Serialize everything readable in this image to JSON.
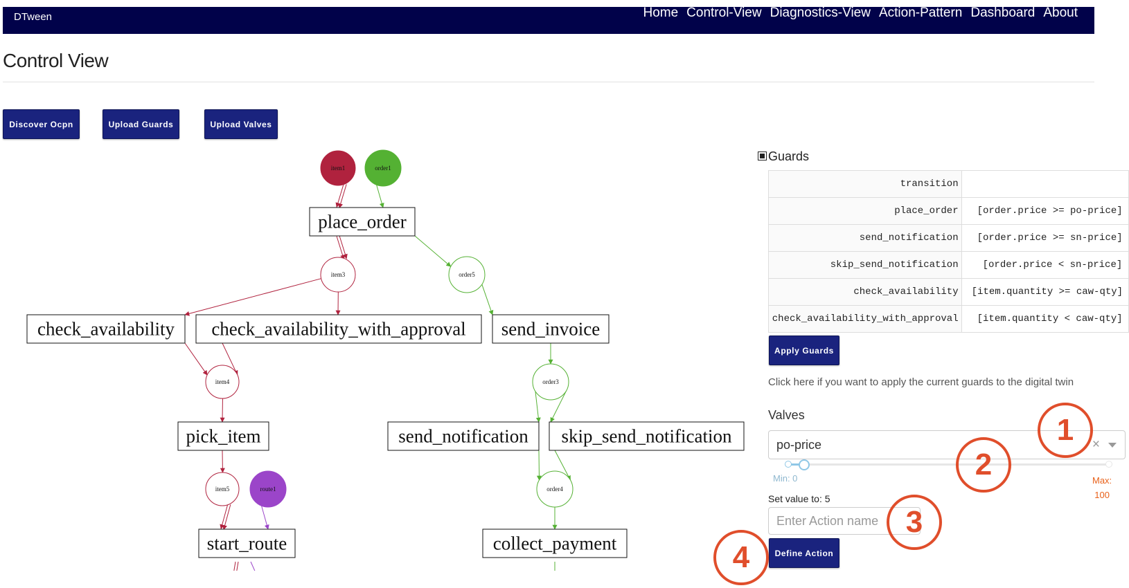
{
  "navbar": {
    "brand": "DTween",
    "links": [
      "Home",
      "Control-View",
      "Diagnostics-View",
      "Action-Pattern",
      "Dashboard",
      "About"
    ]
  },
  "page": {
    "title": "Control View"
  },
  "toolbar": {
    "discover_label": "Discover Ocpn",
    "upload_guards_label": "Upload Guards",
    "upload_valves_label": "Upload Valves"
  },
  "graph": {
    "places": [
      {
        "id": "item1",
        "label": "item1",
        "color": "#b0223e",
        "filled": true
      },
      {
        "id": "order1",
        "label": "order1",
        "color": "#54b133",
        "filled": true
      },
      {
        "id": "item3",
        "label": "item3",
        "color": "#b0223e",
        "filled": false
      },
      {
        "id": "order5",
        "label": "order5",
        "color": "#54b133",
        "filled": false
      },
      {
        "id": "item4",
        "label": "item4",
        "color": "#b0223e",
        "filled": false
      },
      {
        "id": "order3",
        "label": "order3",
        "color": "#54b133",
        "filled": false
      },
      {
        "id": "item5",
        "label": "item5",
        "color": "#b0223e",
        "filled": false
      },
      {
        "id": "route1",
        "label": "route1",
        "color": "#9b45c9",
        "filled": true
      },
      {
        "id": "order4",
        "label": "order4",
        "color": "#54b133",
        "filled": false
      }
    ],
    "transitions": [
      {
        "id": "place_order",
        "label": "place_order"
      },
      {
        "id": "check_availability",
        "label": "check_availability"
      },
      {
        "id": "check_availability_with_approval",
        "label": "check_availability_with_approval"
      },
      {
        "id": "send_invoice",
        "label": "send_invoice"
      },
      {
        "id": "pick_item",
        "label": "pick_item"
      },
      {
        "id": "send_notification",
        "label": "send_notification"
      },
      {
        "id": "skip_send_notification",
        "label": "skip_send_notification"
      },
      {
        "id": "start_route",
        "label": "start_route"
      },
      {
        "id": "collect_payment",
        "label": "collect_payment"
      }
    ],
    "arcs": [
      {
        "from": "item1",
        "to": "place_order",
        "color": "#b0223e",
        "double": true
      },
      {
        "from": "order1",
        "to": "place_order",
        "color": "#54b133",
        "double": false
      },
      {
        "from": "place_order",
        "to": "item3",
        "color": "#b0223e",
        "double": true
      },
      {
        "from": "place_order",
        "to": "order5",
        "color": "#54b133",
        "double": false
      },
      {
        "from": "item3",
        "to": "check_availability",
        "color": "#b0223e",
        "double": false
      },
      {
        "from": "item3",
        "to": "check_availability_with_approval",
        "color": "#b0223e",
        "double": false
      },
      {
        "from": "order5",
        "to": "send_invoice",
        "color": "#54b133",
        "double": false
      },
      {
        "from": "check_availability",
        "to": "item4",
        "color": "#b0223e",
        "double": false
      },
      {
        "from": "check_availability_with_approval",
        "to": "item4",
        "color": "#b0223e",
        "double": false
      },
      {
        "from": "send_invoice",
        "to": "order3",
        "color": "#54b133",
        "double": false
      },
      {
        "from": "item4",
        "to": "pick_item",
        "color": "#b0223e",
        "double": false
      },
      {
        "from": "order3",
        "to": "send_notification",
        "color": "#54b133",
        "double": false
      },
      {
        "from": "order3",
        "to": "skip_send_notification",
        "color": "#54b133",
        "double": false
      },
      {
        "from": "pick_item",
        "to": "item5",
        "color": "#b0223e",
        "double": false
      },
      {
        "from": "send_notification",
        "to": "order4",
        "color": "#54b133",
        "double": false
      },
      {
        "from": "skip_send_notification",
        "to": "order4",
        "color": "#54b133",
        "double": false
      },
      {
        "from": "item5",
        "to": "start_route",
        "color": "#b0223e",
        "double": true
      },
      {
        "from": "route1",
        "to": "start_route",
        "color": "#9b45c9",
        "double": false
      },
      {
        "from": "order4",
        "to": "collect_payment",
        "color": "#54b133",
        "double": false
      }
    ]
  },
  "guards": {
    "title": "Guards",
    "header": {
      "transition": "transition",
      "guard": ""
    },
    "rows": [
      {
        "transition": "place_order",
        "guard": "[order.price >= po-price]"
      },
      {
        "transition": "send_notification",
        "guard": "[order.price >= sn-price]"
      },
      {
        "transition": "skip_send_notification",
        "guard": "[order.price < sn-price]"
      },
      {
        "transition": "check_availability",
        "guard": "[item.quantity >= caw-qty]"
      },
      {
        "transition": "check_availability_with_approval",
        "guard": "[item.quantity < caw-qty]"
      }
    ],
    "apply_label": "Apply Guards",
    "help_text": "Click here if you want to apply the current guards to the digital twin"
  },
  "valves": {
    "label": "Valves",
    "selected": "po-price",
    "clear_glyph": "×",
    "slider": {
      "min": 0,
      "max": 100,
      "value": 5
    },
    "min_label": "Min: 0",
    "max_label": "Max:",
    "max_value": "100",
    "set_value_text": "Set value to: 5",
    "action_placeholder": "Enter Action name",
    "define_label": "Define Action"
  },
  "callouts": [
    "1",
    "2",
    "3",
    "4"
  ],
  "colors": {
    "navbar": "#01024a",
    "button": "#1a237e",
    "item": "#b0223e",
    "order": "#54b133",
    "route": "#9b45c9",
    "callout": "#e04e2b"
  }
}
